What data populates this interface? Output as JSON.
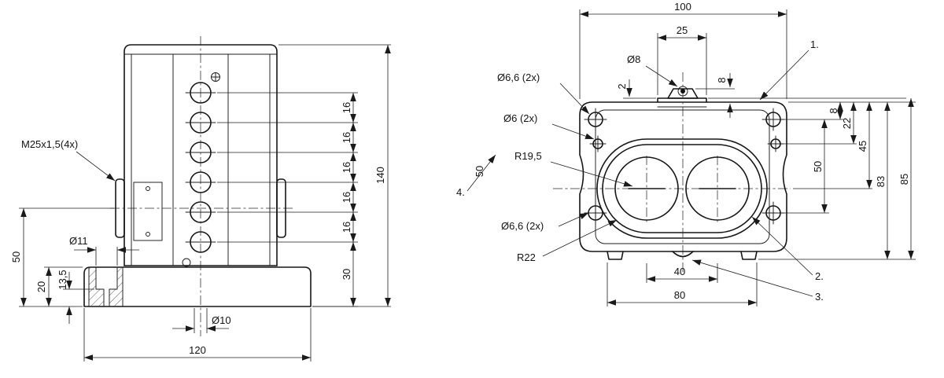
{
  "front_view": {
    "dims": {
      "m25": "M25x1,5(4x)",
      "d11": "Ø11",
      "d50": "50",
      "d20": "20",
      "d135": "13,5",
      "d10": "Ø10",
      "d120": "120",
      "d140": "140",
      "d16": "16",
      "d30": "30"
    }
  },
  "top_view": {
    "dims": {
      "d100": "100",
      "d25": "25",
      "d8dia": "Ø8",
      "d2": "2",
      "d8v": "8",
      "d66_top": "Ø6,6  (2x)",
      "d6": "Ø6  (2x)",
      "r195": "R19,5",
      "d66_bot": "Ø6,6  (2x)",
      "r22": "R22",
      "d50diag": "50",
      "d8r": "8",
      "d22": "22",
      "d45": "45",
      "d50r": "50",
      "d83": "83",
      "d85": "85",
      "d40": "40",
      "d80": "80"
    },
    "refs": {
      "r1": "1.",
      "r2": "2.",
      "r3": "3.",
      "r4": "4."
    }
  }
}
